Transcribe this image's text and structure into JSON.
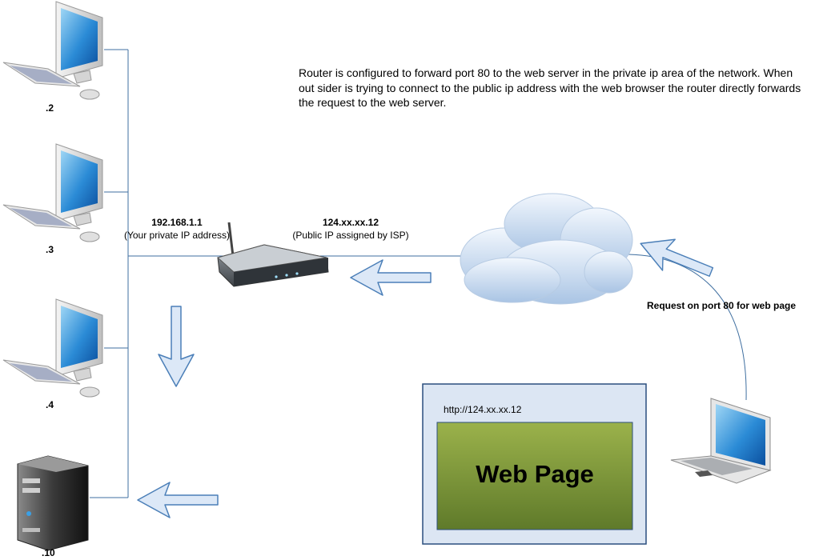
{
  "description_text": "Router is configured to forward port 80 to the web server in the private ip area of the network. When out sider is trying to connect to the public ip address with the web browser the router directly forwards the request to the web server.",
  "computers": [
    {
      "label": ".2",
      "icon": "desktop-computer-icon"
    },
    {
      "label": ".3",
      "icon": "desktop-computer-icon"
    },
    {
      "label": ".4",
      "icon": "desktop-computer-icon"
    }
  ],
  "server": {
    "label": ".10",
    "icon": "server-tower-icon"
  },
  "router": {
    "icon": "router-icon",
    "private_ip": "192.168.1.1",
    "private_caption": "(Your private IP address)",
    "public_ip": "124.xx.xx.12",
    "public_caption": "(Public IP assigned by ISP)"
  },
  "internet": {
    "icon": "cloud-icon"
  },
  "client": {
    "icon": "laptop-icon",
    "request_label": "Request on port 80 for web page"
  },
  "browser_window": {
    "url": "http://124.xx.xx.12",
    "page_title": "Web Page"
  },
  "colors": {
    "line": "#3f6fa0",
    "arrow_fill": "#dce8f7",
    "arrow_stroke": "#4b7fb8",
    "window_bg": "#dce6f3",
    "page_green": "#7f9a3e"
  }
}
